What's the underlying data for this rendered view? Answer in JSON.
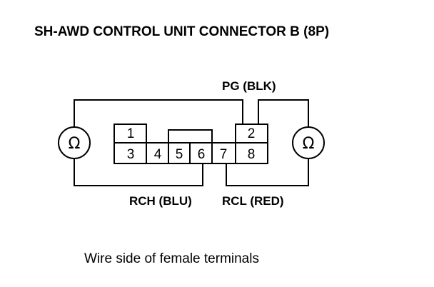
{
  "title": "SH-AWD CONTROL UNIT CONNECTOR B (8P)",
  "connector": {
    "pins": [
      "1",
      "2",
      "3",
      "4",
      "5",
      "6",
      "7",
      "8"
    ]
  },
  "labels": {
    "pg": "PG (BLK)",
    "rch": "RCH (BLU)",
    "rcl": "RCL (RED)"
  },
  "meters": {
    "left_symbol": "Ω",
    "right_symbol": "Ω",
    "icon": "ohmmeter-icon"
  },
  "caption": "Wire side of female terminals"
}
